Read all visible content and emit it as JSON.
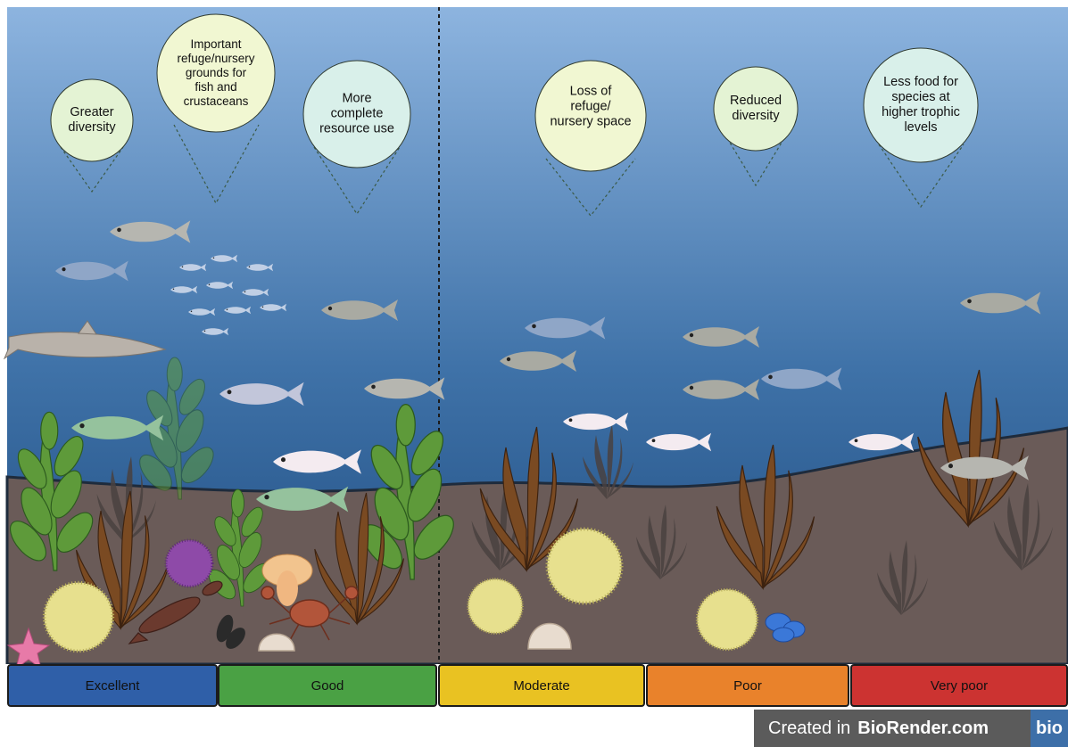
{
  "callouts_left": [
    {
      "text": "Greater\ndiversity"
    },
    {
      "text": "Important\nrefuge/nursery\ngrounds for\nfish and\ncrustaceans"
    },
    {
      "text": "More\ncomplete\nresource use"
    }
  ],
  "callouts_right": [
    {
      "text": "Loss of\nrefuge/\nnursery space"
    },
    {
      "text": "Reduced\ndiversity"
    },
    {
      "text": "Less food for\nspecies at\nhigher trophic\nlevels"
    }
  ],
  "status_bar": [
    {
      "label": "Excellent",
      "color": "#2f5fa8"
    },
    {
      "label": "Good",
      "color": "#4aa144"
    },
    {
      "label": "Moderate",
      "color": "#e9c222"
    },
    {
      "label": "Poor",
      "color": "#e9822b"
    },
    {
      "label": "Very poor",
      "color": "#cc3331"
    }
  ],
  "credit": {
    "prefix": "Created in",
    "brand": "BioRender.com",
    "logo": "bio"
  }
}
